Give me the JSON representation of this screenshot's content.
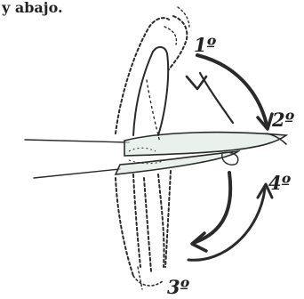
{
  "caption_fragment": "y abajo.",
  "labels": {
    "step1": "1º",
    "step2": "2º",
    "step3": "3º",
    "step4": "4º"
  },
  "colors": {
    "ink": "#2a2a2a",
    "paper": "#ffffff",
    "tint": "#dbe7e0"
  }
}
